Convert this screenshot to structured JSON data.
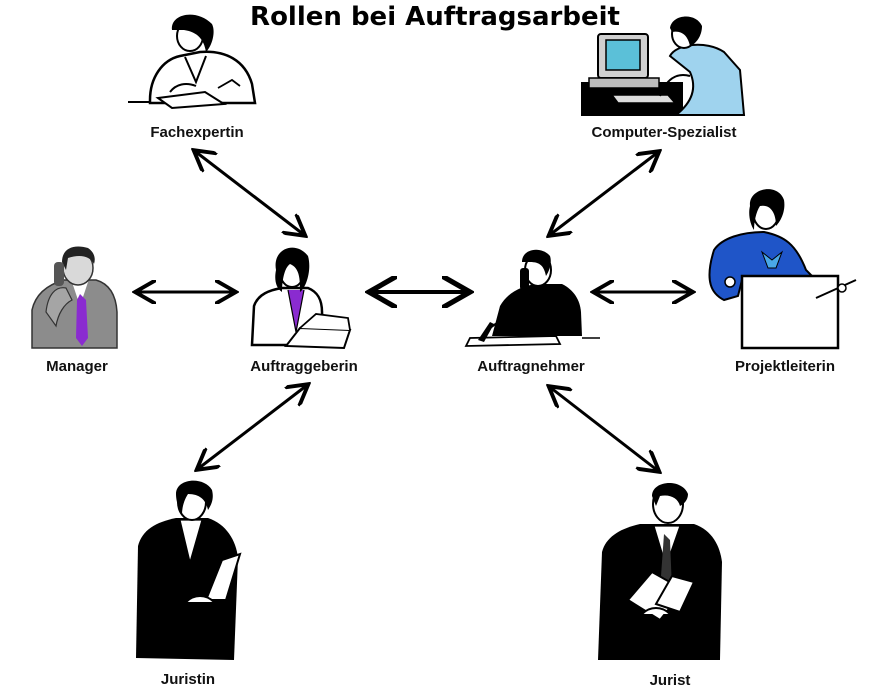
{
  "title": "Rollen bei Auftragsarbeit",
  "roles": {
    "fachexpertin": "Fachexpertin",
    "computer_spezialist": "Computer-Spezialist",
    "manager": "Manager",
    "auftraggeberin": "Auftraggeberin",
    "auftragnehmer": "Auftragnehmer",
    "projektleiterin": "Projektleiterin",
    "juristin": "Juristin",
    "jurist": "Jurist"
  },
  "colors": {
    "ink": "#000000",
    "screen": "#5bc0d8",
    "shirt_blue": "#1f55c8",
    "tie_purple": "#8a2bd0",
    "suit_gray": "#8c8c8c"
  },
  "icons": [
    "woman-writing",
    "man-at-computer",
    "man-on-phone",
    "woman-with-laptop",
    "man-writing-on-phone",
    "woman-at-flipchart",
    "woman-in-suit",
    "man-with-folders"
  ]
}
